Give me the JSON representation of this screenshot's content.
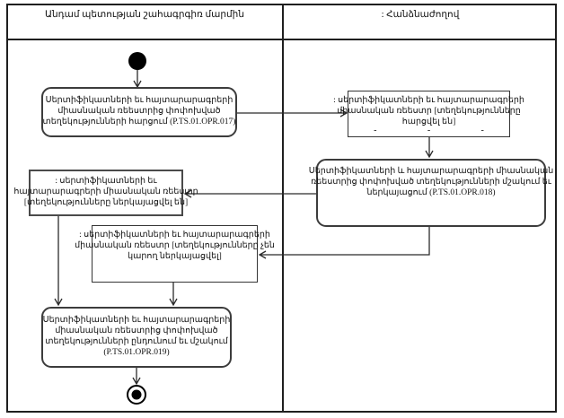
{
  "lanes": {
    "left_title": "Անդամ պետության շահագրգիռ մարմին",
    "right_title": ": Հանձնաժողով"
  },
  "nodes": {
    "opr017": {
      "kind": "activity",
      "lines": [
        "Սերտիֆիկատների եւ հայտարարագրերի",
        "միասնական ռեեստրից փոփոխված",
        "տեղեկությունների հարցում (P.TS.01.OPR.017)"
      ]
    },
    "register_queried": {
      "kind": "object",
      "lines": [
        ": սերտիֆիկատների եւ հայտարարագրերի",
        "միասնական ռեեստր [տեղեկությունները",
        "հարցվել են]"
      ],
      "dashes": [
        "-",
        "-",
        "-"
      ]
    },
    "opr018": {
      "kind": "activity",
      "lines": [
        "Սերտիֆիկատների և հայտարարագրերի միասնական",
        "ռեեստրից փոփոխված տեղեկությունների մշակում եւ",
        "ներկայացում (P.TS.01.OPR.018)"
      ]
    },
    "register_presented": {
      "kind": "object",
      "lines": [
        ": սերտիֆիկատների եւ",
        "հայտարարագրերի միասնական ռեեստր",
        "[տեղեկությունները ներկայացվել են]"
      ]
    },
    "register_not_presented": {
      "kind": "object",
      "lines": [
        ": սերտիֆիկատների եւ հայտարարագրերի",
        "միասնական ռեեստր [տեղեկությունները չեն",
        "կարող ներկայացվել]"
      ]
    },
    "opr019": {
      "kind": "activity",
      "lines": [
        "Սերտիֆիկատների եւ հայտարարագրերի",
        "միասնական ռեեստրից փոփոխված",
        "տեղեկությունների ընդունում եւ մշակում",
        "(P.TS.01.OPR.019)"
      ]
    }
  },
  "colors": {
    "frame_line": "#1f1f1f",
    "node_border": "#3c3c3c",
    "edge": "#2b2b2b",
    "background": "#ffffff",
    "text": "#111111"
  }
}
